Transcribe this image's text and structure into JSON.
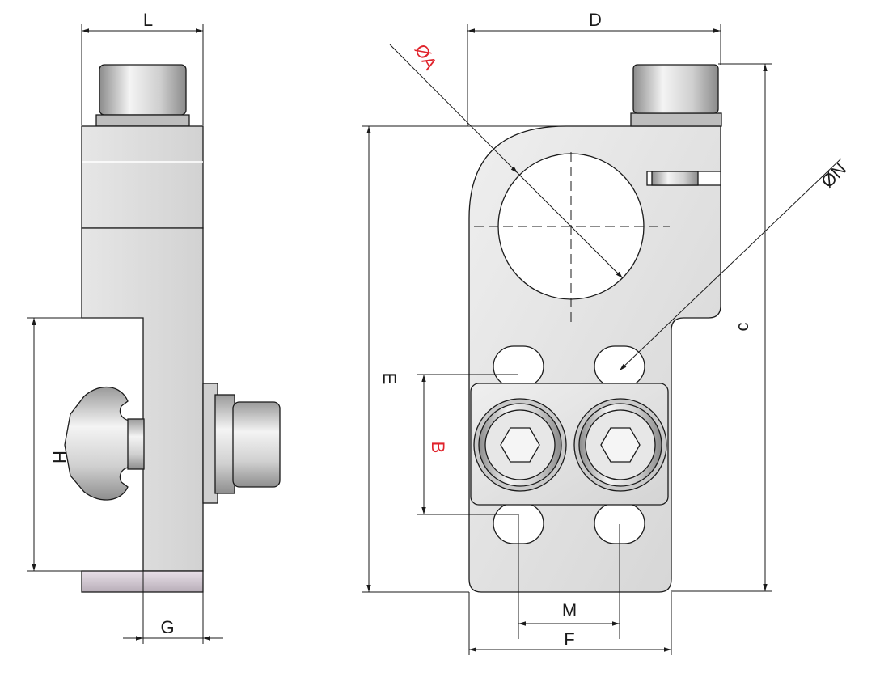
{
  "labels": {
    "L": "L",
    "D": "D",
    "A": "ØA",
    "N": "ØN",
    "C": "c",
    "E": "E",
    "H": "H",
    "B": "B",
    "G": "G",
    "M": "M",
    "F": "F"
  },
  "colors": {
    "line": "#1a1a1a",
    "highlight": "#e0242c",
    "metal": "#e3e3e3",
    "metal_dark": "#b7b7b7",
    "hole": "#ffffff"
  }
}
